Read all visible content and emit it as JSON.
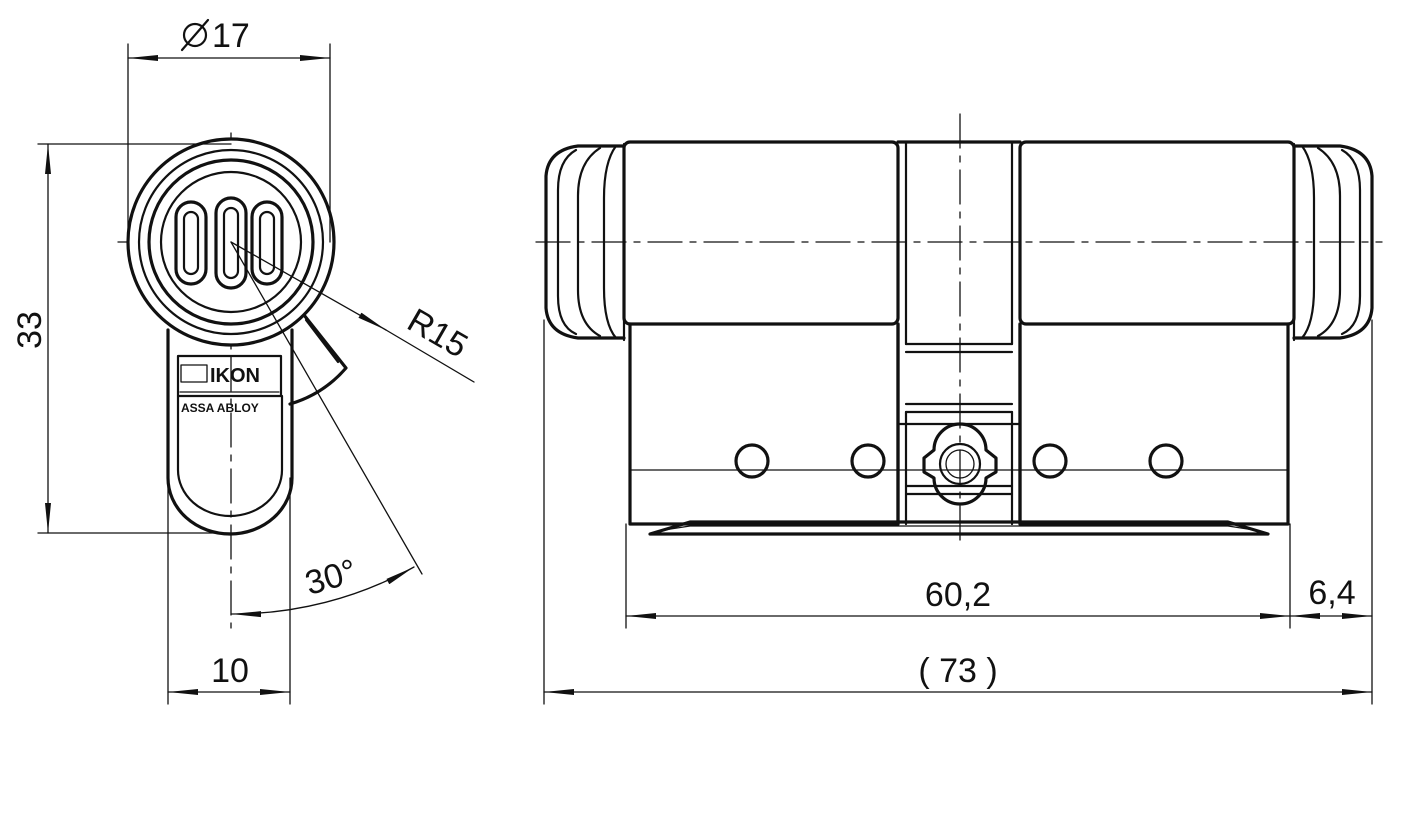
{
  "diagram": {
    "colors": {
      "line": "#111111",
      "background": "#ffffff"
    },
    "front_view": {
      "diameter_label": "17",
      "height_label": "33",
      "radius_label": "R15",
      "angle_label": "30°",
      "cam_width_label": "10",
      "logo": {
        "brand": "IKON",
        "subbrand": "ASSA ABLOY"
      }
    },
    "side_view": {
      "body_length_label": "60,2",
      "knob_length_label": "6,4",
      "overall_length_label": "( 73 )"
    }
  }
}
